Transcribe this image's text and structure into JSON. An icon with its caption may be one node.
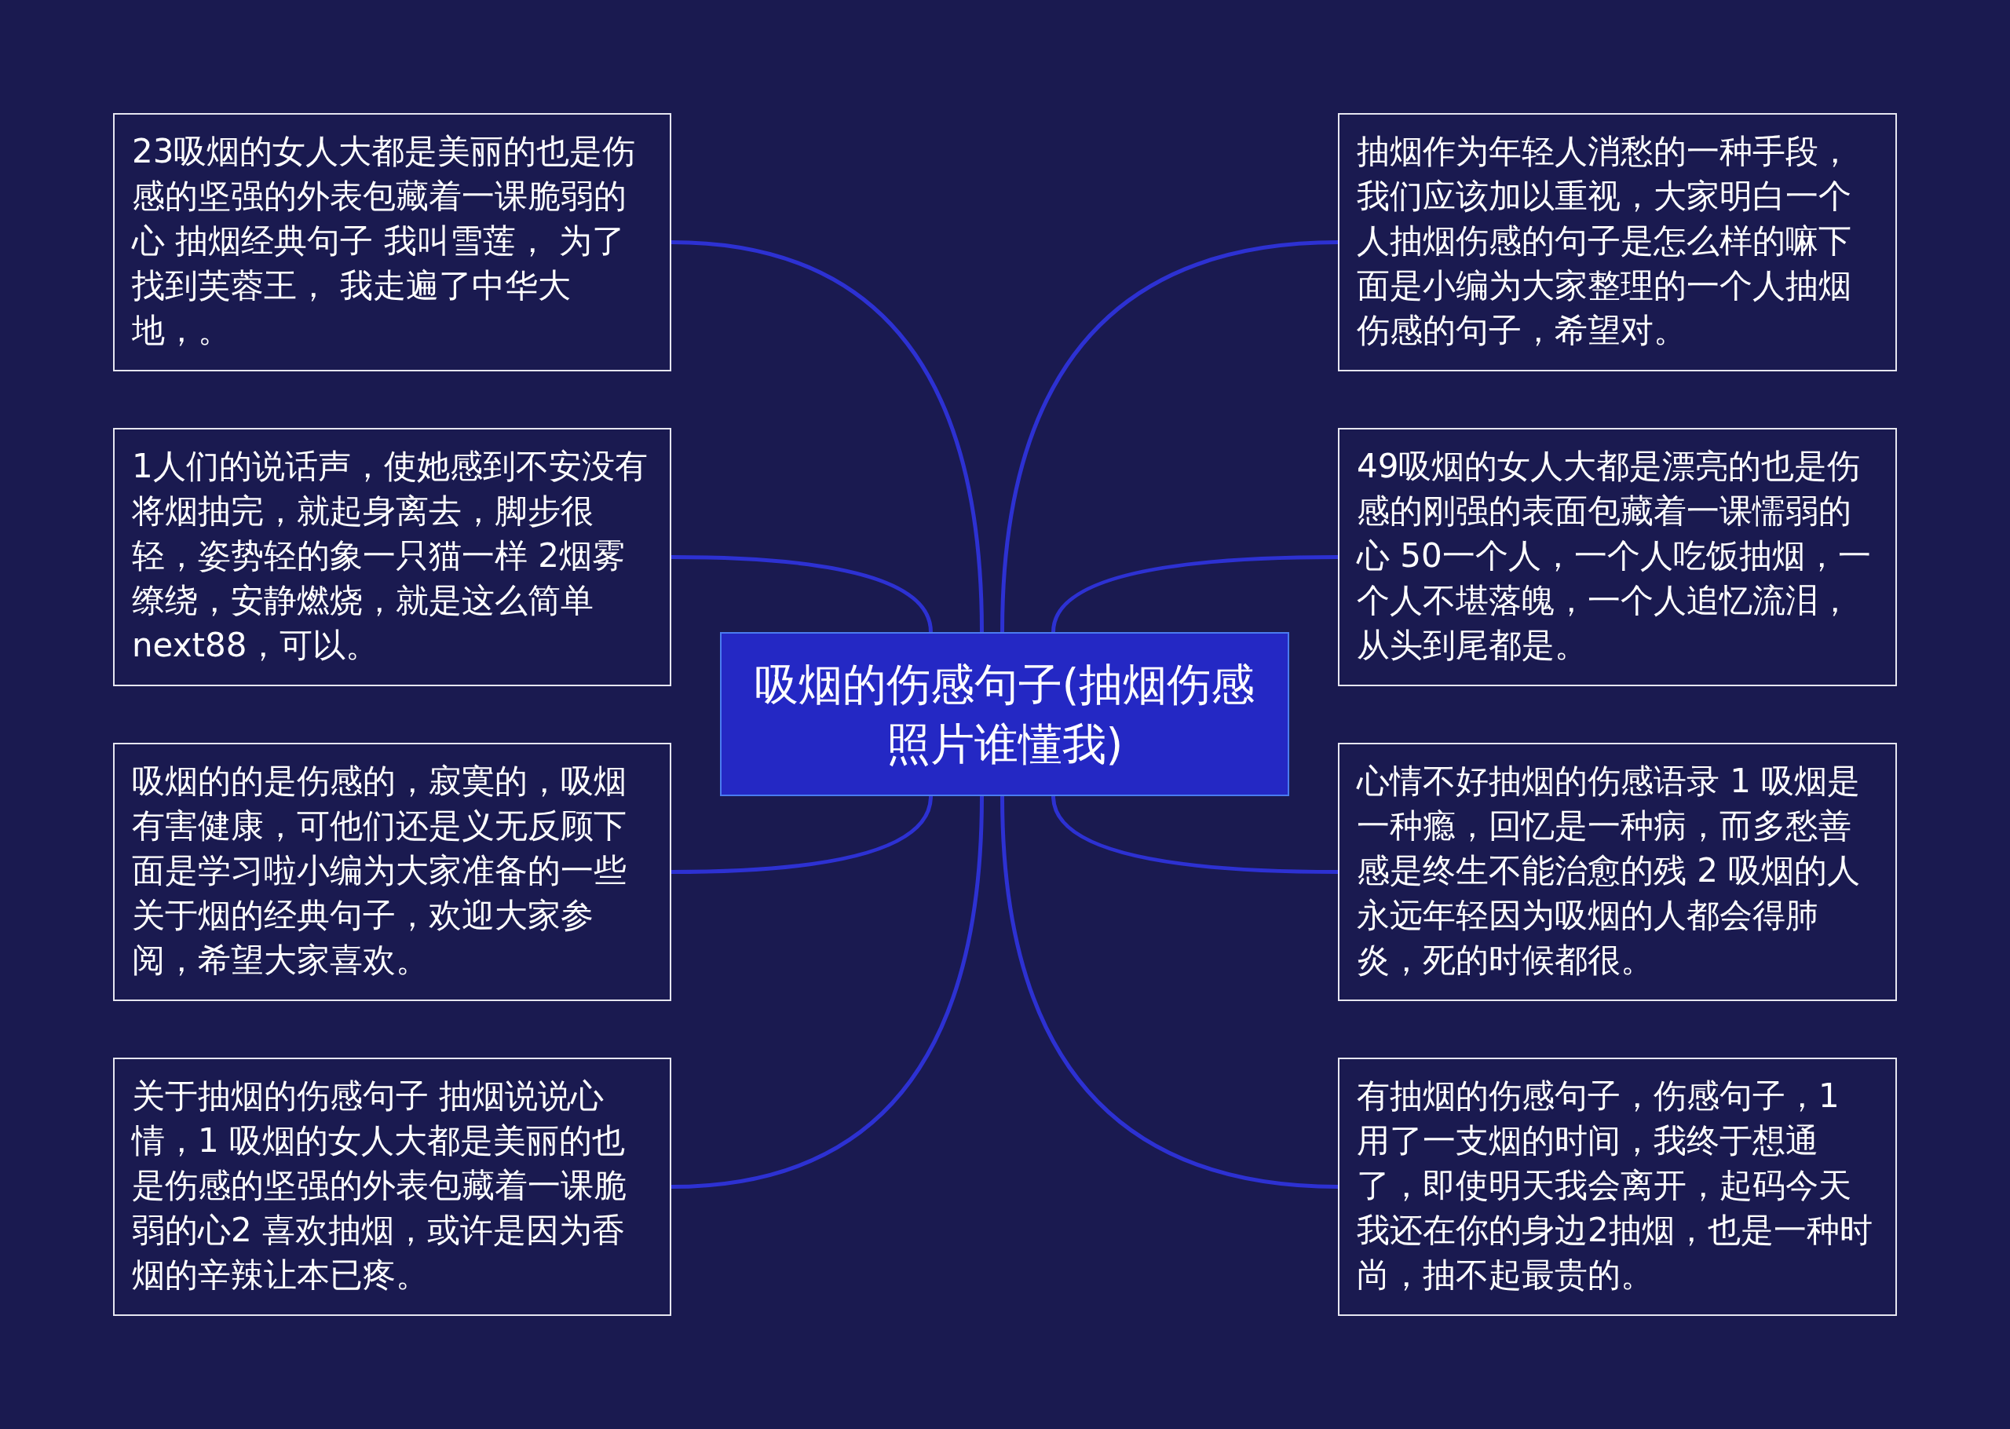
{
  "diagram": {
    "nodes": [
      {
        "text": [
          "吸烟的伤感句子(抽烟伤感照片谁懂我)"
        ]
      },
      {
        "text": [
          "23吸烟的女人大都是美丽的也是伤感的坚强的外表包藏着一课脆弱的心 抽烟经典句子 我叫雪莲， 为了找到芙蓉王， 我走遍了中华大地，。"
        ]
      },
      {
        "text": [
          "1人们的说话声，使她感到不安没有将烟抽完，就起身离去，脚步很轻，姿势轻的象一只猫一样 2烟雾缭绕，安静燃烧，就是这么简单next88，可以。"
        ]
      },
      {
        "text": [
          "吸烟的的是伤感的，寂寞的，吸烟有害健康，可他们还是义无反顾下面是学习啦小编为大家准备的一些关于烟的经典句子，欢迎大家参阅，希望大家喜欢。"
        ]
      },
      {
        "text": [
          "关于抽烟的伤感句子 抽烟说说心情，1 吸烟的女人大都是美丽的也是伤感的坚强的外表包藏着一课脆弱的心2 喜欢抽烟，或许是因为香烟的辛辣让本已疼。"
        ]
      },
      {
        "text": [
          "抽烟作为年轻人消愁的一种手段，我们应该加以重视，大家明白一个人抽烟伤感的句子是怎么样的嘛下面是小编为大家整理的一个人抽烟伤感的句子，希望对。"
        ]
      },
      {
        "text": [
          "49吸烟的女人大都是漂亮的也是伤感的刚强的表面包藏着一课懦弱的心 50一个人，一个人吃饭抽烟，一个人不堪落魄，一个人追忆流泪，从头到尾都是。"
        ]
      },
      {
        "text": [
          "心情不好抽烟的伤感语录 1 吸烟是一种瘾，回忆是一种病，而多愁善感是终生不能治愈的残 2 吸烟的人永远年轻因为吸烟的人都会得肺炎，死的时候都很。"
        ]
      },
      {
        "text": [
          "有抽烟的伤感句子，伤感句子，1 用了一支烟的时间，我终于想通了，即使明天我会离开，起码今天我还在你的身边2抽烟，也是一种时尚，抽不起最贵的。"
        ]
      }
    ],
    "edges": [
      {
        "from": 0,
        "to": 1,
        "arrow": "none"
      },
      {
        "from": 0,
        "to": 2,
        "arrow": "none"
      },
      {
        "from": 0,
        "to": 3,
        "arrow": "none"
      },
      {
        "from": 0,
        "to": 4,
        "arrow": "none"
      },
      {
        "from": 0,
        "to": 5,
        "arrow": "none"
      },
      {
        "from": 0,
        "to": 6,
        "arrow": "none"
      },
      {
        "from": 0,
        "to": 7,
        "arrow": "none"
      },
      {
        "from": 0,
        "to": 8,
        "arrow": "none"
      }
    ]
  }
}
